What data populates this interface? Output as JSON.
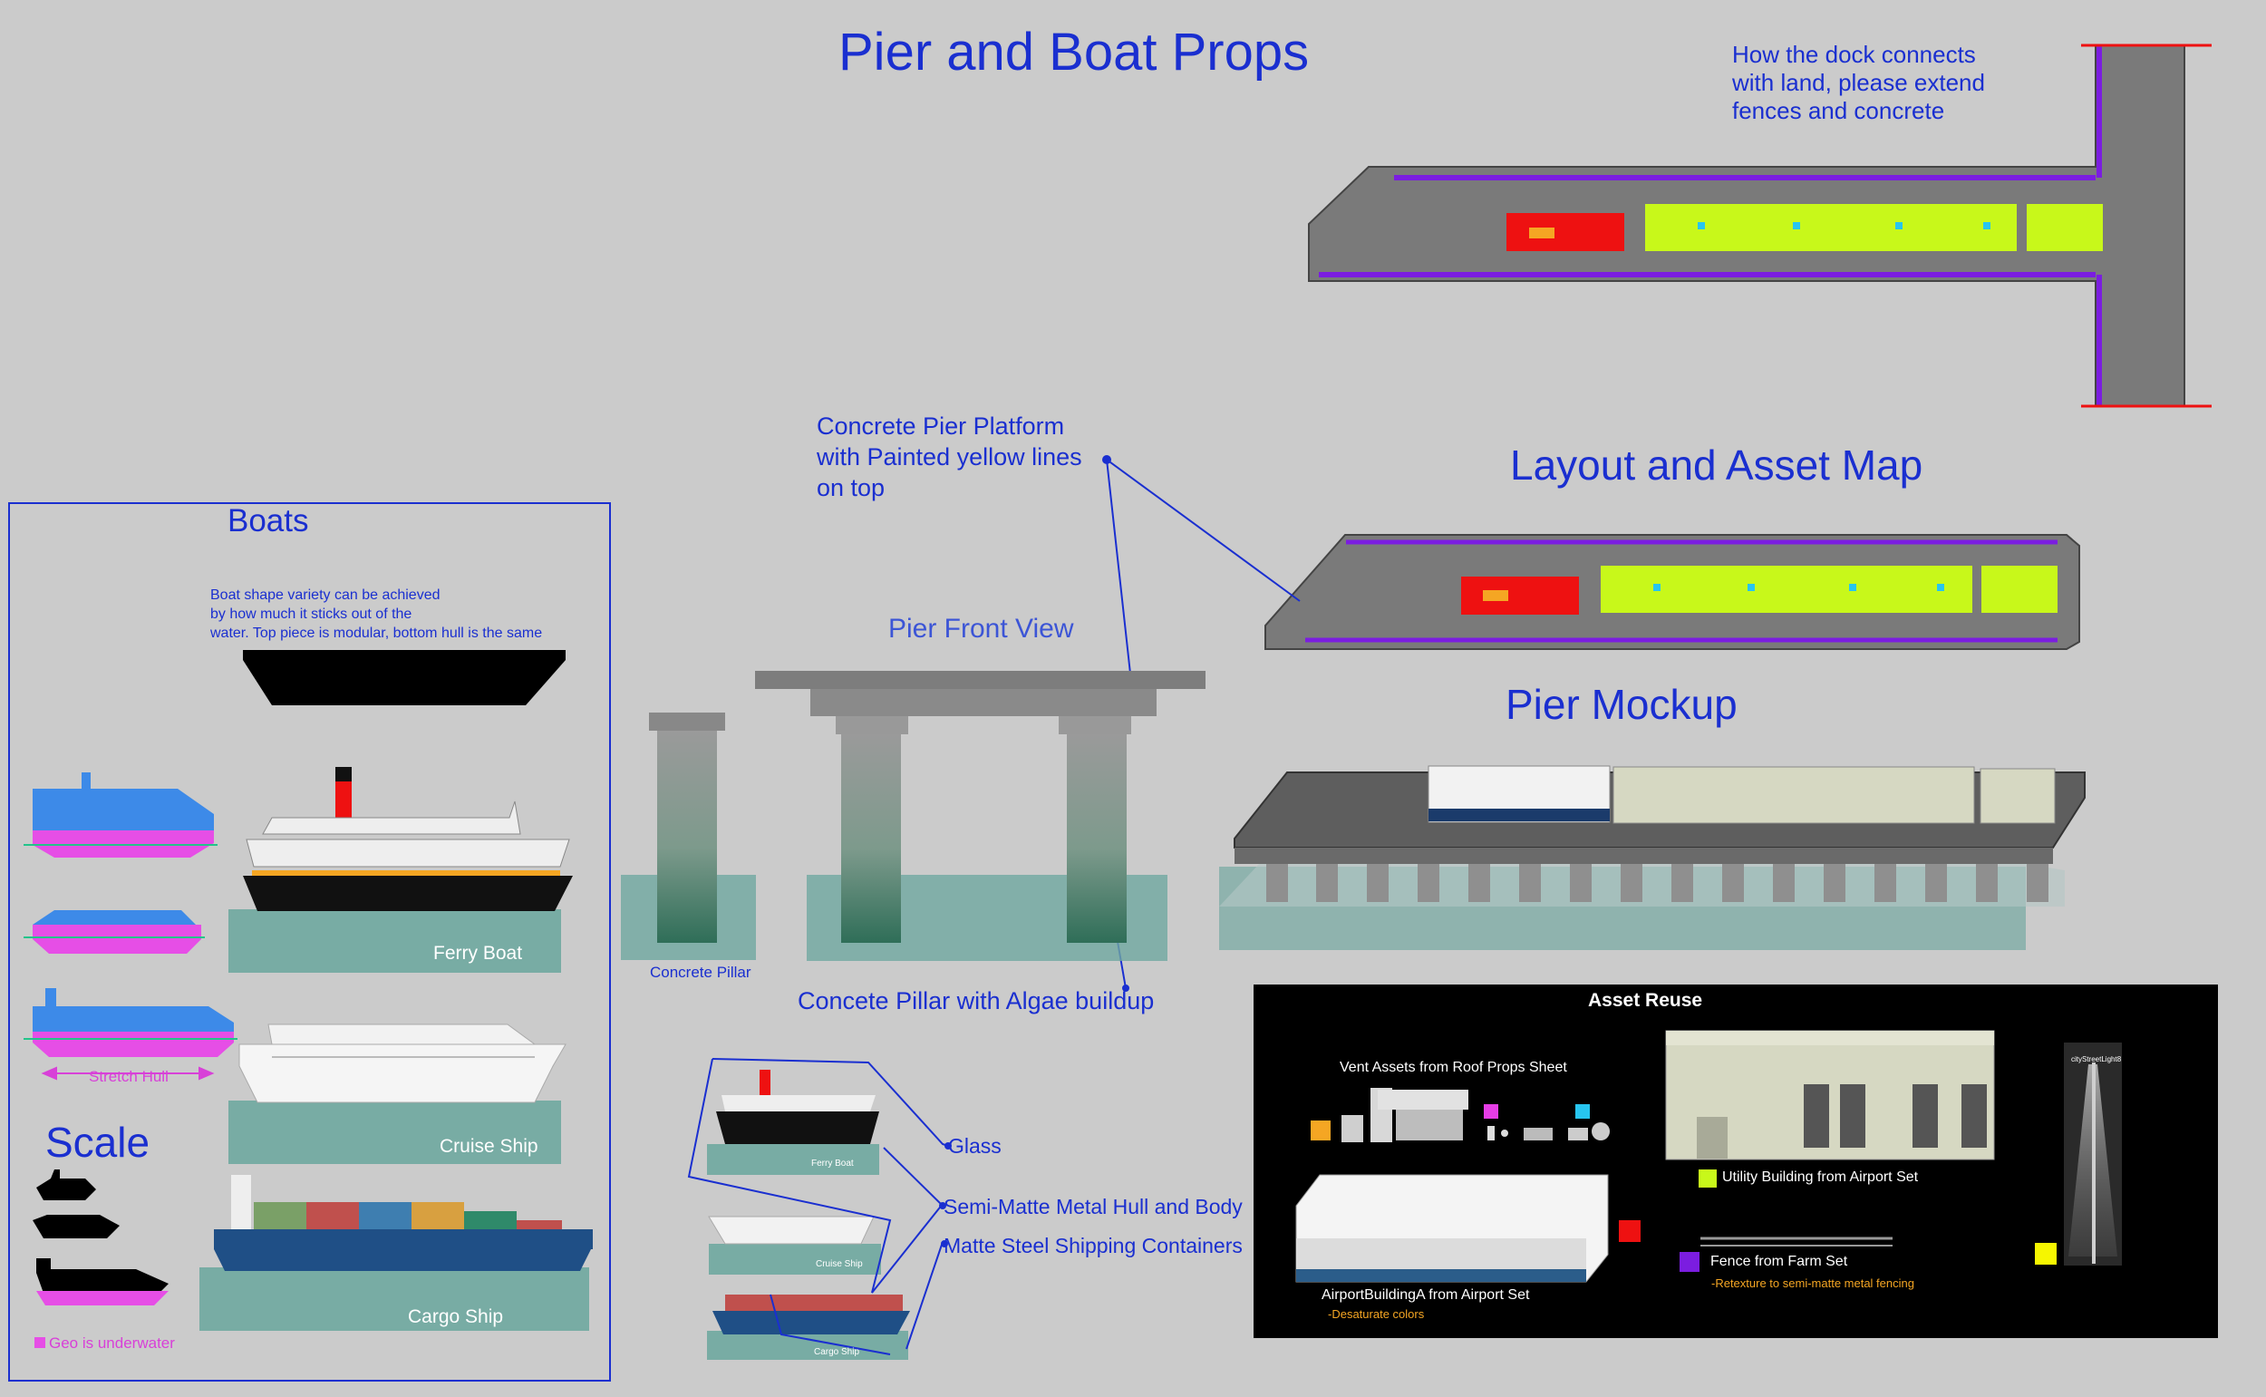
{
  "title": "Pier and Boat Props",
  "dock_note": [
    "How the dock connects",
    "with land, please extend",
    "fences and concrete"
  ],
  "layout_title": "Layout and Asset Map",
  "pier_mockup_title": "Pier Mockup",
  "pier_front_title": "Pier Front View",
  "platform_note": [
    "Concrete Pier Platform",
    "with Painted yellow lines",
    "on top"
  ],
  "concrete_pillar_label": "Concrete Pillar",
  "algae_label": "Concete Pillar with Algae buildup",
  "boats": {
    "title": "Boats",
    "note": [
      "Boat shape variety can be achieved",
      "by how much it sticks out of the",
      "water. Top piece is modular, bottom hull is the same"
    ],
    "stretch_label": "Stretch Hull",
    "scale_title": "Scale",
    "geo_note": "Geo is underwater",
    "ferry_label": "Ferry Boat",
    "cruise_label": "Cruise Ship",
    "cargo_label": "Cargo Ship"
  },
  "materials": {
    "glass": "Glass",
    "hull": "Semi-Matte Metal Hull and Body",
    "containers": "Matte Steel Shipping Containers",
    "ferry_small": "Ferry Boat",
    "cruise_small": "Cruise Ship",
    "cargo_small": "Cargo Ship"
  },
  "asset_reuse": {
    "title": "Asset Reuse",
    "vents": "Vent Assets from Roof Props Sheet",
    "utility": "Utility Building from Airport Set",
    "airport": "AirportBuildingA from Airport Set",
    "desaturate": "-Desaturate colors",
    "fence": "Fence from Farm Set",
    "retexture": "-Retexture to semi-matte metal fencing",
    "streetlight": "cityStreetLight8"
  },
  "colors": {
    "background": "#cbcbcb",
    "title_blue": "#1a2fd0",
    "boat_magenta": "#e64ee6",
    "boat_blue": "#3d8ae8",
    "pier_gray": "#7a7a7a",
    "building_red": "#ee1111",
    "building_lime": "#c8f81a",
    "fence_purple": "#7b1de0",
    "water": "#6fa8a0"
  }
}
